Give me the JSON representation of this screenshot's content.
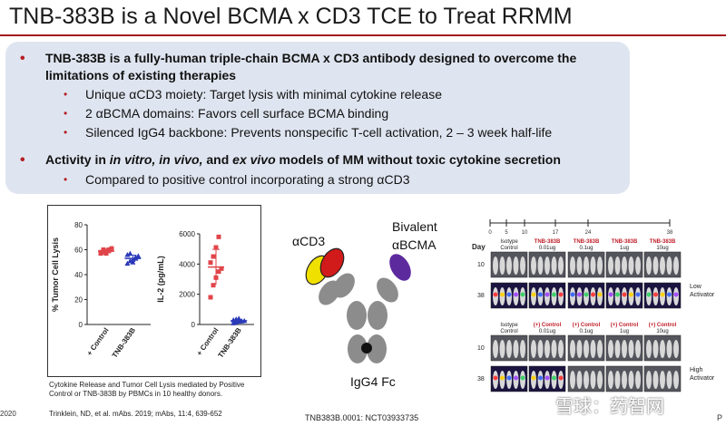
{
  "title": "TNB-383B is a Novel BCMA x CD3 TCE to Treat RRMM",
  "bullets": {
    "b1": "TNB-383B is a fully-human triple-chain BCMA x CD3 antibody designed to overcome the limitations of existing therapies",
    "s1": "Unique αCD3 moiety:  Target lysis with minimal cytokine release",
    "s2": "2 αBCMA domains:  Favors cell surface BCMA binding",
    "s3": "Silenced IgG4 backbone: Prevents nonspecific T-cell activation, 2 – 3 week half-life",
    "b2_pre": "Activity in ",
    "b2_it1": "in vitro, in vivo,",
    "b2_mid": " and ",
    "b2_it2": "ex vivo",
    "b2_post": " models of MM without toxic cytokine secretion",
    "s4": "Compared to positive control incorporating a strong αCD3"
  },
  "lysis_chart": {
    "ylabel": "% Tumor Cell Lysis",
    "yticks": [
      "80",
      "60",
      "40",
      "20",
      "0"
    ],
    "xlabels": [
      "+ Control",
      "TNB-383B"
    ]
  },
  "il2_chart": {
    "ylabel": "IL-2 (pg/mL)",
    "yticks": [
      "6000",
      "4000",
      "2000",
      "0"
    ],
    "xlabels": [
      "+ Control",
      "TNB-383B"
    ]
  },
  "chart_data": [
    {
      "type": "scatter",
      "title": "",
      "ylabel": "% Tumor Cell Lysis",
      "categories": [
        "+ Control",
        "TNB-383B"
      ],
      "ylim": [
        0,
        80
      ],
      "series": [
        {
          "category": "+ Control",
          "values": [
            57,
            58,
            59,
            60,
            61,
            58,
            60,
            57,
            59
          ]
        },
        {
          "category": "TNB-383B",
          "values": [
            49,
            51,
            52,
            53,
            55,
            56,
            57,
            50,
            54
          ]
        }
      ]
    },
    {
      "type": "scatter",
      "title": "",
      "ylabel": "IL-2 (pg/mL)",
      "categories": [
        "+ Control",
        "TNB-383B"
      ],
      "ylim": [
        0,
        6000
      ],
      "series": [
        {
          "category": "+ Control",
          "values": [
            1800,
            2600,
            3100,
            3500,
            3700,
            4100,
            4500,
            5100,
            5800
          ]
        },
        {
          "category": "TNB-383B",
          "values": [
            100,
            150,
            200,
            220,
            250,
            300,
            350,
            400
          ]
        }
      ]
    }
  ],
  "caption": "Cytokine Release and Tumor Cell Lysis mediated by Positive Control or TNB-383B by PBMCs in 10 healthy donors.",
  "reference": "Trinklein, ND, et al. mAbs. 2019; mAbs, 11:4, 639-652",
  "footer_year": "2020",
  "trial_id": "TNB383B.0001: NCT03933735",
  "page_letter": "P",
  "antibody": {
    "cd3_label": "αCD3",
    "bivalent_line1": "Bivalent",
    "bivalent_line2": "αBCMA",
    "fc_label": "IgG4 Fc"
  },
  "imaging": {
    "day_label": "Day",
    "timeline": [
      "0",
      "5",
      "10",
      "17",
      "24",
      "38"
    ],
    "row_days": [
      "10",
      "38"
    ],
    "top_groups": [
      "Isotype Control",
      "TNB-383B 0.01ug",
      "TNB-383B 0.1ug",
      "TNB-383B 1ug",
      "TNB-383B 10ug"
    ],
    "bottom_groups": [
      "Isotype Control",
      "(+) Control 0.01ug",
      "(+) Control 0.1ug",
      "(+) Control 1ug",
      "(+) Control 10ug"
    ],
    "top_side": "Low Activator",
    "bottom_side": "High Activator"
  },
  "watermark": "雪球：药智网",
  "colors": {
    "accent": "#a31a20",
    "panel": "#dfe5f0",
    "control": "#e0454a",
    "tnb": "#2b3ab8",
    "cd3_red": "#d11a1a",
    "cd3_yellow": "#f0e000",
    "bcma_purple": "#5d2a9e"
  }
}
